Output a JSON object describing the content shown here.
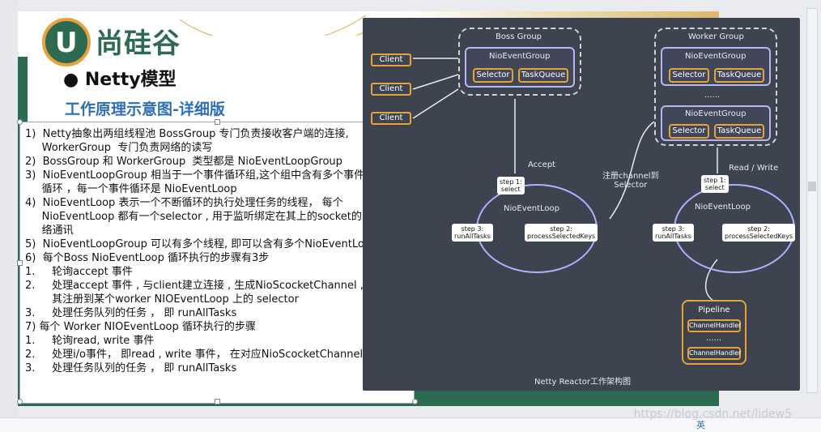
{
  "logo_text": "尚硅谷",
  "bullet_title": "Netty模型",
  "subtitle": "工作原理示意图-详细版",
  "description_lines": [
    "1)  Netty抽象出两组线程池 BossGroup 专门负责接收客户端的连接,",
    "     WorkerGroup  专门负责网络的读写",
    "2)  BossGroup 和 WorkerGroup  类型都是 NioEventLoopGroup",
    "3)  NioEventLoopGroup 相当于一个事件循环组,这个组中含有多个事件",
    "     循环 ，每一个事件循环是 NioEventLoop",
    "4)  NioEventLoop 表示一个不断循环的执行处理任务的线程， 每个",
    "     NioEventLoop 都有一个selector , 用于监听绑定在其上的socket的网",
    "     络通讯",
    "5)  NioEventLoopGroup 可以有多个线程, 即可以含有多个NioEventLoop",
    "6)  每个Boss NioEventLoop 循环执行的步骤有3步",
    "1.     轮询accept 事件",
    "2.     处理accept 事件 , 与client建立连接 , 生成NioScocketChannel , 并将",
    "        其注册到某个worker NIOEventLoop 上的 selector",
    "3.     处理任务队列的任务 ， 即 runAllTasks",
    "7) 每个 Worker NIOEventLoop 循环执行的步骤",
    "1.     轮询read, write 事件",
    "2.     处理i/o事件， 即read , write 事件， 在对应NioScocketChannel 处理",
    "3.     处理任务队列的任务 ， 即 runAllTasks"
  ],
  "diagram": {
    "clients": [
      "Client",
      "Client",
      "Client"
    ],
    "boss_group": "Boss Group",
    "worker_group": "Worker Group",
    "nio_event_group": "NioEventGroup",
    "selector": "Selector",
    "task_queue": "TaskQueue",
    "dots": "......",
    "accept": "Accept",
    "register_channel": "注册channel到\nSelector",
    "read_write": "Read / Write",
    "step1": "step 1:\nselect",
    "step2": "step 2:\nprocessSelectedKeys",
    "step3": "step 3:\nrunAllTasks",
    "nio_event_loop": "NioEventLoop",
    "pipeline": "Pipeline",
    "channel_handler": "ChannelHandler",
    "caption": "Netty Reactor工作架构图"
  },
  "watermark": "https://blog.csdn.net/lidew5",
  "tray_text": "英",
  "colors": {
    "slide_green": "#2c6a52",
    "accent_orange": "#e8a23a",
    "title_blue": "#2d6fb4",
    "diagram_bg": "#3d4450"
  }
}
